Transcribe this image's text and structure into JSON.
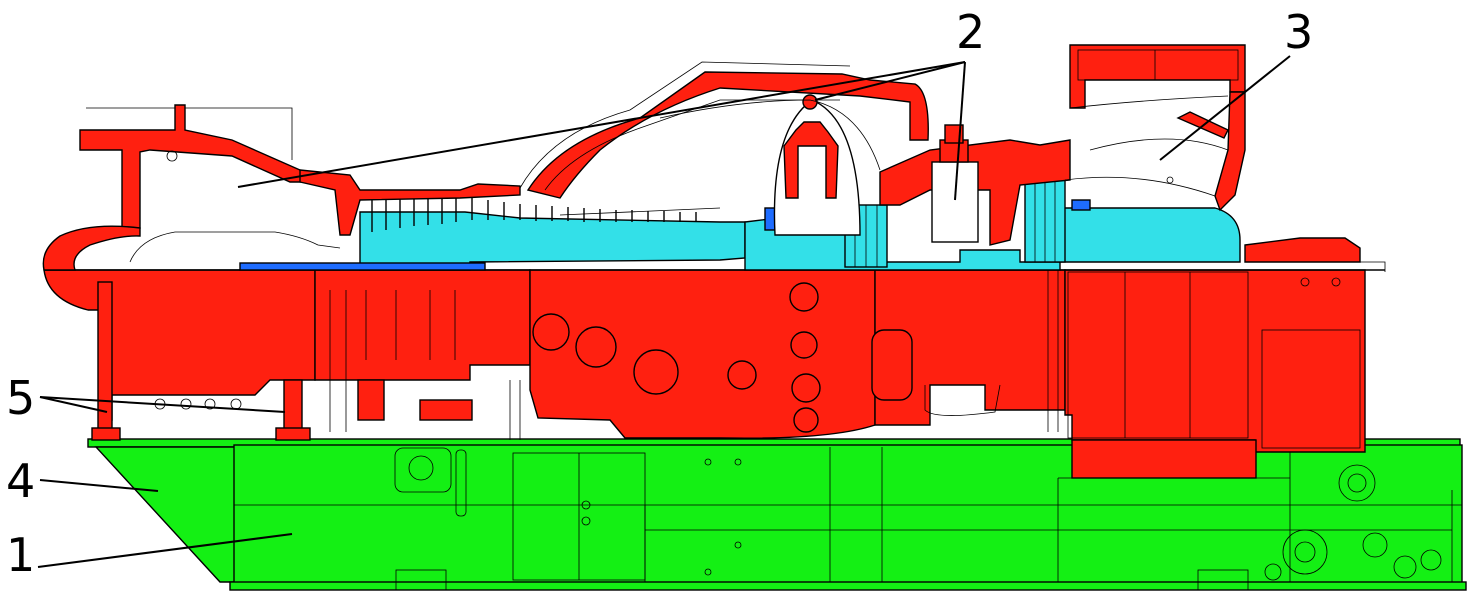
{
  "callouts": [
    {
      "id": "1",
      "label": "1"
    },
    {
      "id": "2",
      "label": "2"
    },
    {
      "id": "3",
      "label": "3"
    },
    {
      "id": "4",
      "label": "4"
    },
    {
      "id": "5",
      "label": "5"
    }
  ],
  "colors": {
    "casing": "#ff2010",
    "rotor": "#33e0e8",
    "base_frame": "#14f014",
    "accent_blue": "#1e6cff",
    "outline": "#000000",
    "background": "#ffffff"
  }
}
